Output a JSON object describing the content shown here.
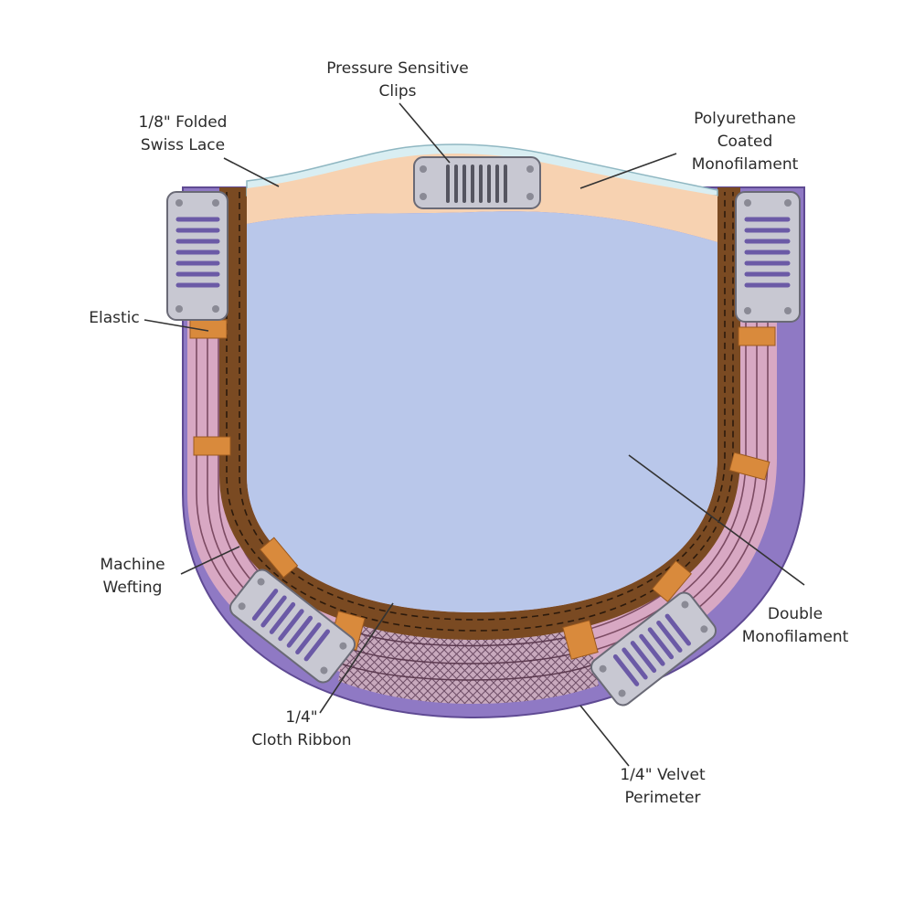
{
  "colors": {
    "velvet": "#8f79c4",
    "cloth_ribbon": "#7a4a22",
    "monofilament": "#b9c7ea",
    "polyurethane": "#f7d2b1",
    "weft": "#d8a8c3",
    "elastic": "#d98a3c",
    "clip_metal": "#c8c8d2",
    "lace": "#d9eef2"
  },
  "labels": {
    "clips": [
      "Pressure Sensitive",
      "Clips"
    ],
    "lace": [
      "1/8\" Folded",
      "Swiss Lace"
    ],
    "poly": [
      "Polyurethane",
      "Coated",
      "Monofilament"
    ],
    "elastic": [
      "Elastic"
    ],
    "wefting": [
      "Machine",
      "Wefting"
    ],
    "double": [
      "Double",
      "Monofilament"
    ],
    "ribbon": [
      "1/4\"",
      "Cloth Ribbon"
    ],
    "velvet": [
      "1/4\" Velvet",
      "Perimeter"
    ]
  }
}
